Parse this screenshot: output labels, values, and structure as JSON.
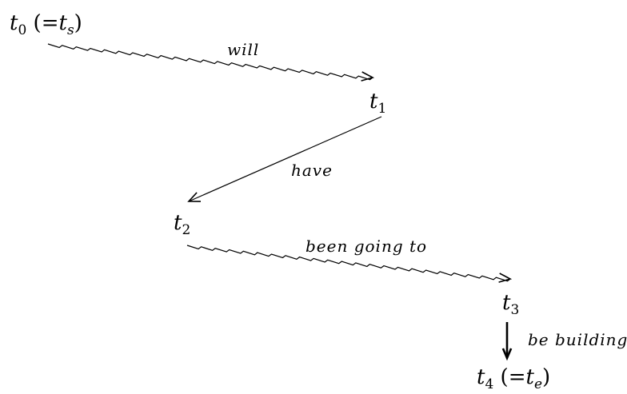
{
  "nodes": [
    {
      "id": "t0",
      "base": "t",
      "sub": "0",
      "suffix_open": " (=",
      "alias_base": "t",
      "alias_sub": "s",
      "suffix_close": ")"
    },
    {
      "id": "t1",
      "base": "t",
      "sub": "1"
    },
    {
      "id": "t2",
      "base": "t",
      "sub": "2"
    },
    {
      "id": "t3",
      "base": "t",
      "sub": "3"
    },
    {
      "id": "t4",
      "base": "t",
      "sub": "4",
      "suffix_open": " (=",
      "alias_base": "t",
      "alias_sub": "e",
      "suffix_close": ")"
    }
  ],
  "edges": [
    {
      "from": "t0",
      "to": "t1",
      "label": "will",
      "style": "wavy"
    },
    {
      "from": "t1",
      "to": "t2",
      "label": "have",
      "style": "straight"
    },
    {
      "from": "t2",
      "to": "t3",
      "label": "been going to",
      "style": "wavy"
    },
    {
      "from": "t3",
      "to": "t4",
      "label": "be building",
      "style": "bold"
    }
  ],
  "colors": {
    "ink": "#000000",
    "background": "#ffffff"
  }
}
